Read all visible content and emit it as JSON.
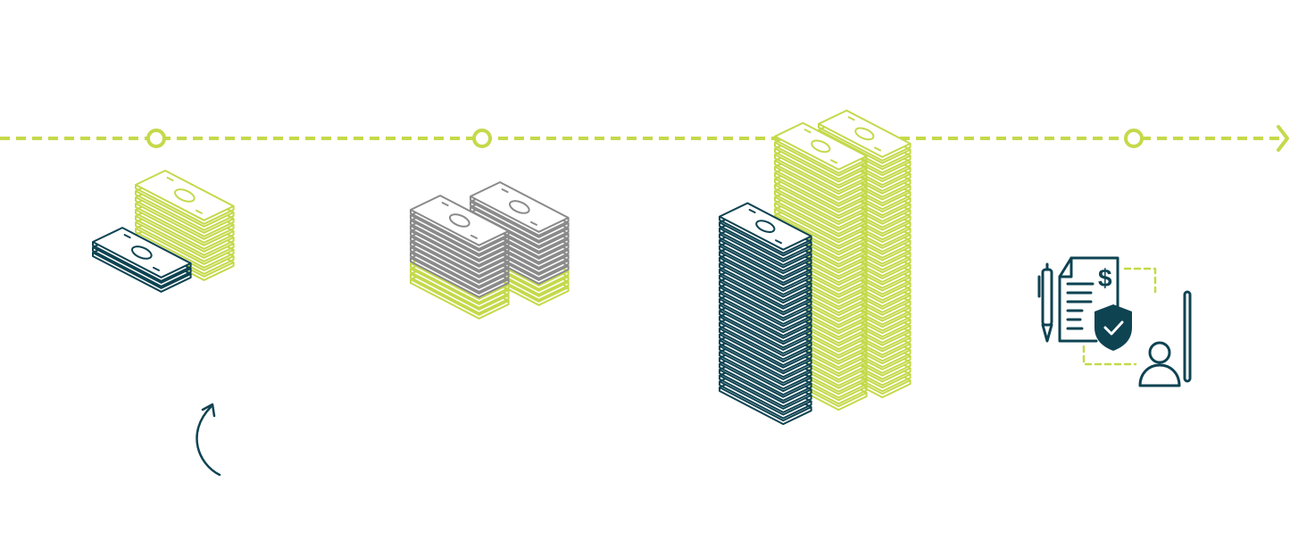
{
  "colors": {
    "lime": "#c5d94b",
    "navy": "#0e4352",
    "gray": "#8a8a8a",
    "background": "#ffffff"
  },
  "timeline": {
    "style": "dashed-arrow",
    "milestones": 3
  },
  "stacks": {
    "stage1": {
      "lime_bills": 10,
      "navy_bills": 3
    },
    "stage2": {
      "gray_bills": 10,
      "lime_bills": 4
    },
    "stage3": {
      "navy_bills": 30,
      "lime_bills": 40
    }
  },
  "icons": [
    "small-cash-stack-icon",
    "medium-cash-stack-icon",
    "large-cash-stack-icon",
    "insured-invoice-icon",
    "person-icon",
    "pen-icon",
    "curved-arrow-icon"
  ],
  "invoice": {
    "currency_symbol": "$"
  }
}
